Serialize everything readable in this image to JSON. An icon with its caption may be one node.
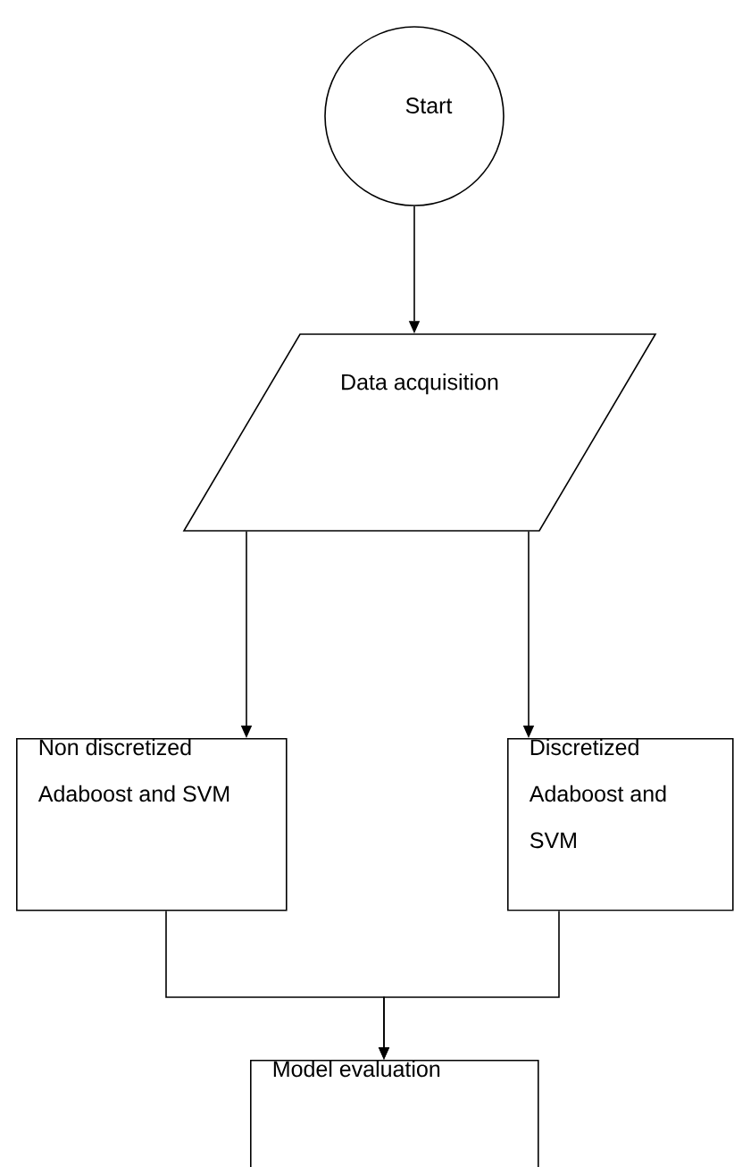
{
  "diagram": {
    "nodes": [
      {
        "text": [
          "Start"
        ]
      },
      {
        "text": [
          "Data acquisition"
        ]
      },
      {
        "text": [
          "Non discretized Adaboost and SVM"
        ]
      },
      {
        "text": [
          "Discretized Adaboost and SVM"
        ]
      },
      {
        "text": [
          "Model evaluation"
        ]
      }
    ],
    "edges": [
      {
        "from": 0,
        "to": 1,
        "arrow": "to"
      },
      {
        "from": 1,
        "to": 2,
        "arrow": "to"
      },
      {
        "from": 1,
        "to": 3,
        "arrow": "to"
      },
      {
        "from": 2,
        "to": 4,
        "arrow": "to"
      },
      {
        "from": 3,
        "to": 4,
        "arrow": "to"
      }
    ]
  }
}
